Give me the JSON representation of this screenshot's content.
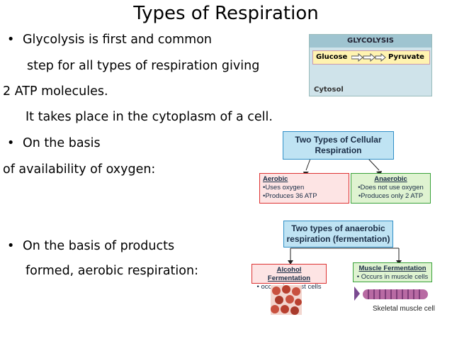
{
  "title": "Types of Respiration",
  "bullet_symbol": "•",
  "text": {
    "l1": "Glycolysis is first and common",
    "l2": "step for all types of respiration giving",
    "l3": "2 ATP molecules.",
    "l4": "It takes place in the cytoplasm of a cell.",
    "l5": "On the basis",
    "l6": "of availability of oxygen:",
    "l7": "On the basis of products",
    "l8": "formed, aerobic respiration:"
  },
  "glycolysis": {
    "header": "GLYCOLYSIS",
    "from": "Glucose",
    "to": "Pyruvate",
    "location": "Cytosol"
  },
  "diagram1": {
    "top": "Two Types of Cellular Respiration",
    "aerobic": {
      "title": "Aerobic",
      "items": [
        "•Uses oxygen",
        "•Produces 36 ATP"
      ]
    },
    "anaerobic": {
      "title": "Anaerobic",
      "items": [
        "•Does not use oxygen",
        "•Produces only 2 ATP"
      ]
    }
  },
  "diagram2": {
    "top": "Two types of anaerobic respiration (fermentation)",
    "alcohol": {
      "title": "Alcohol Fermentation",
      "item": "• occurs in yeast cells"
    },
    "muscle": {
      "title": "Muscle Fermentation",
      "item": "• Occurs in muscle cells"
    },
    "caption": "Skeletal muscle cell"
  },
  "colors": {
    "blue_border": "#2f8fc7",
    "red_border": "#dd3333",
    "green_border": "#3aa23a"
  }
}
